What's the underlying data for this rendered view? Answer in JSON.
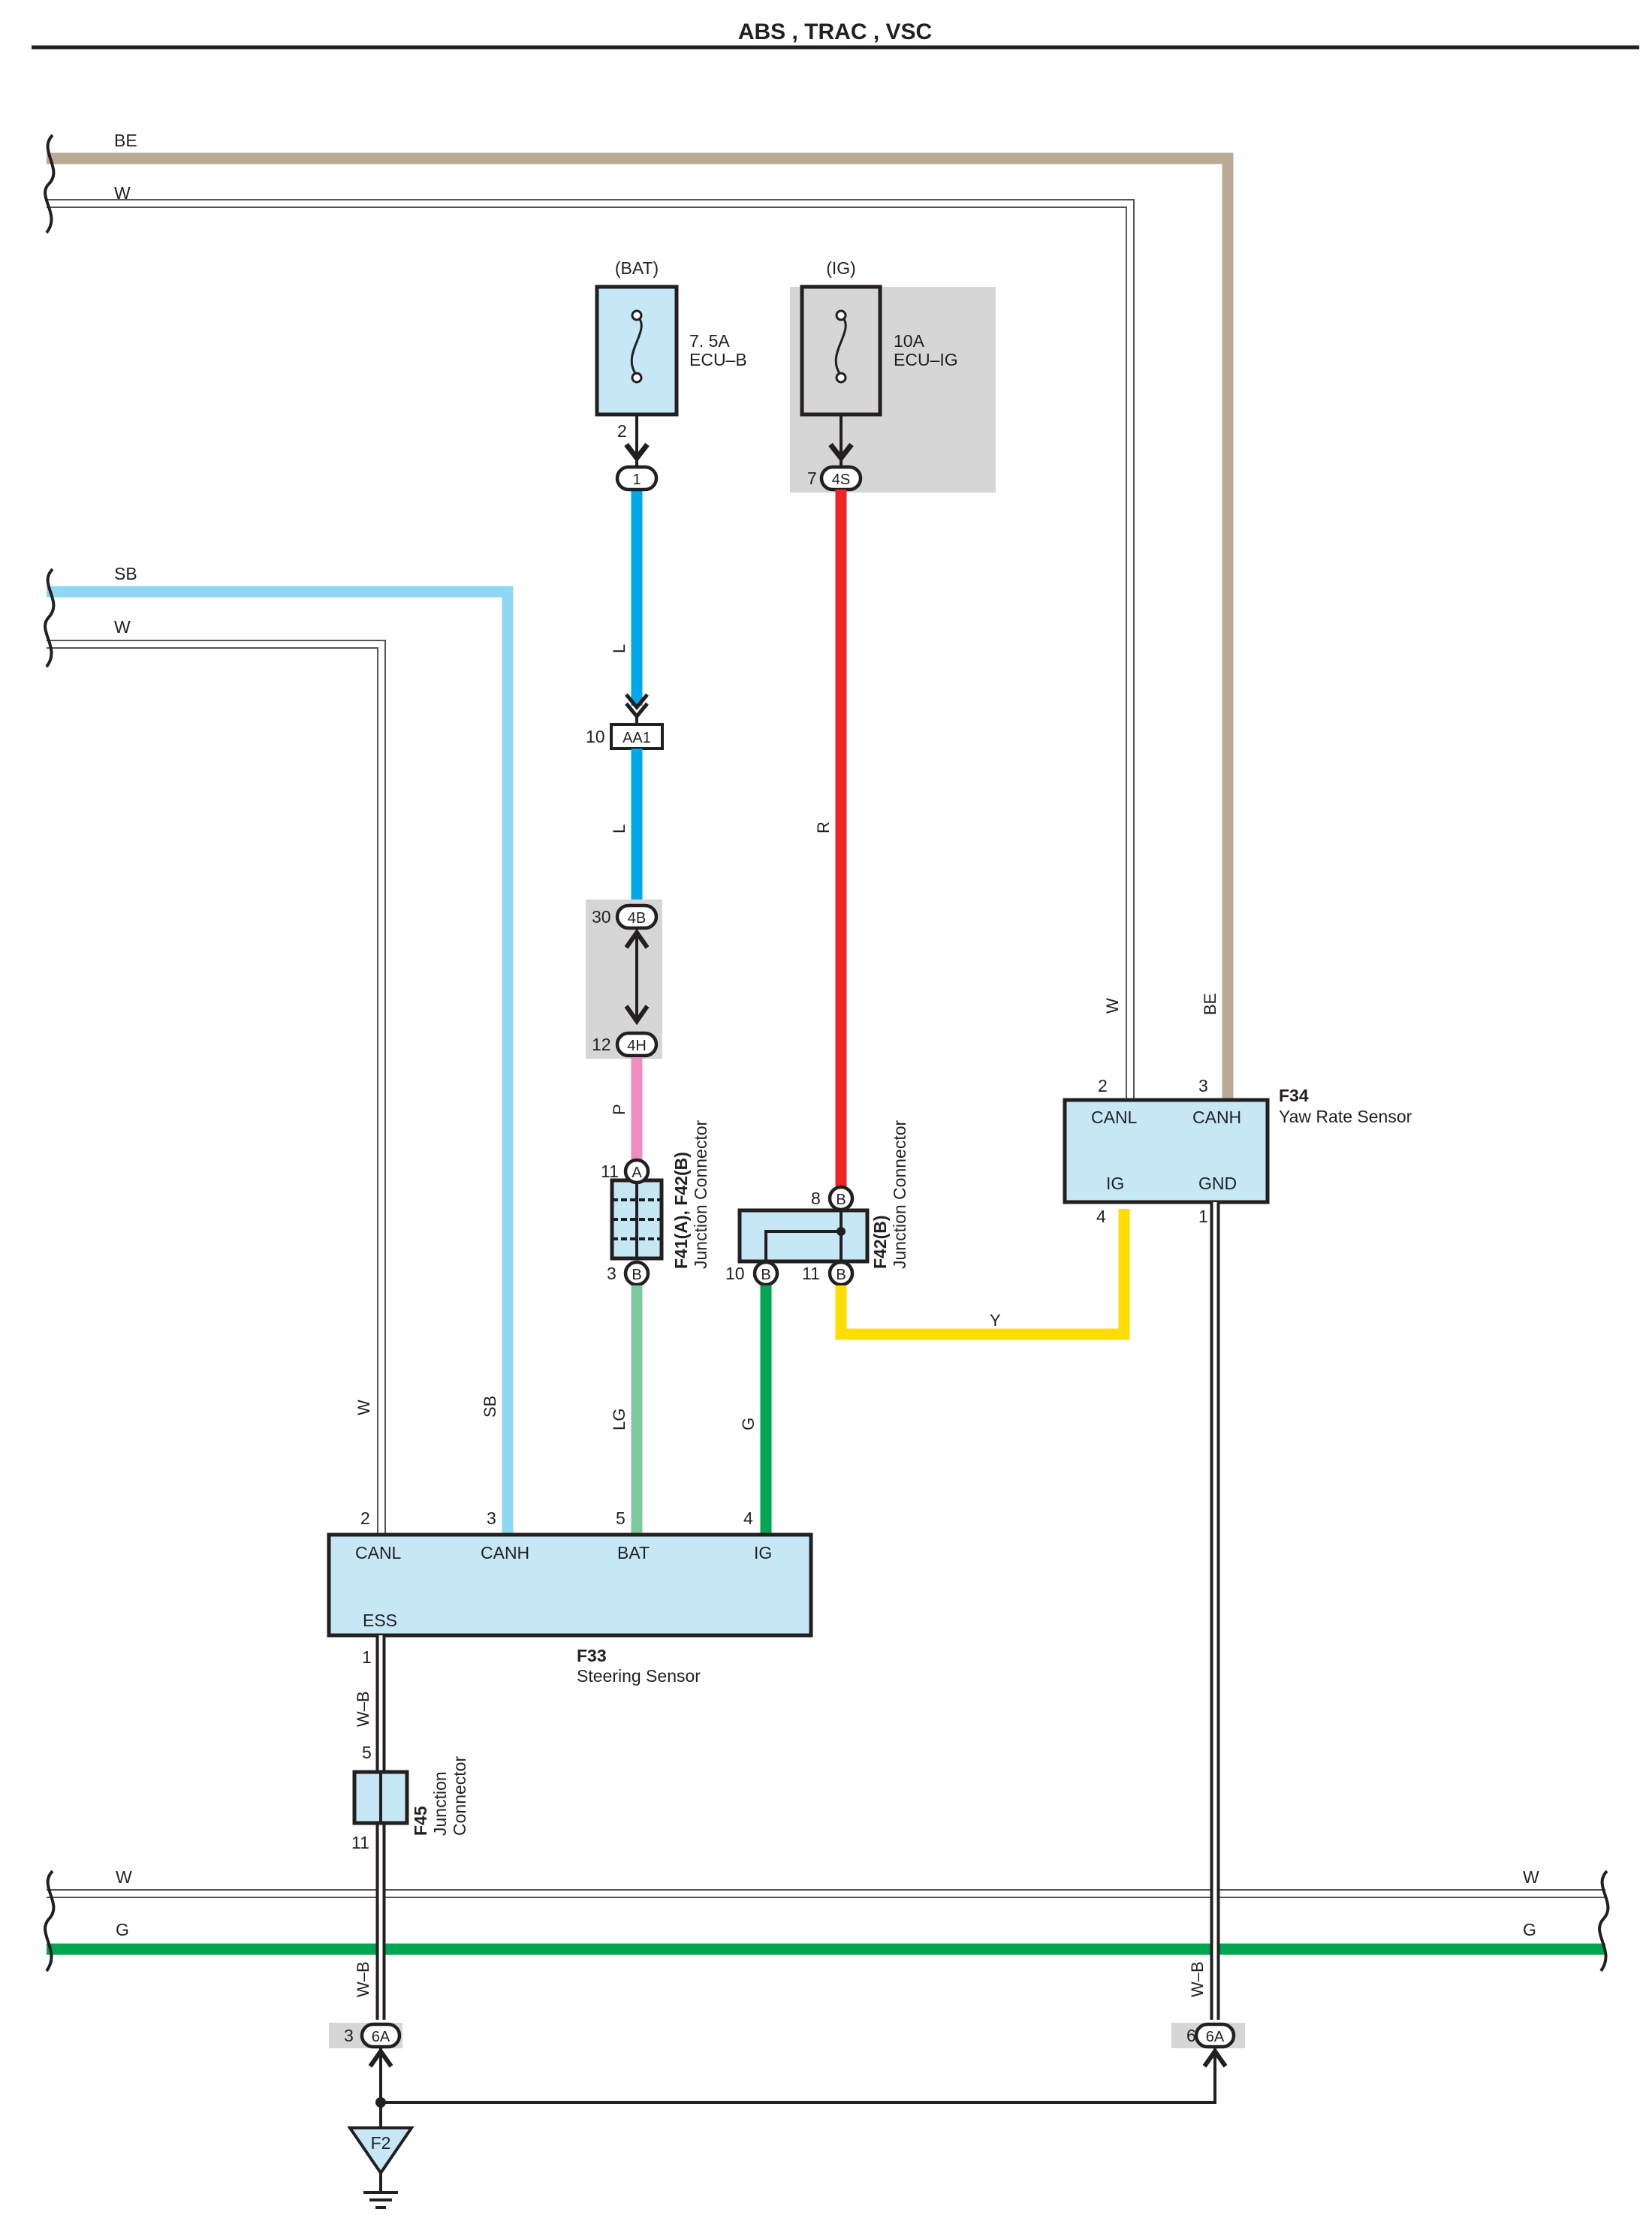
{
  "title": "ABS , TRAC , VSC",
  "colors": {
    "BE": "#bba895",
    "W": "#ffffff",
    "SB": "#8fd8f3",
    "L": "#00a8e9",
    "R": "#ee2326",
    "P": "#f08cbf",
    "LG": "#7fc89a",
    "G": "#00a651",
    "Y": "#ffdd00",
    "W-B": "#ffffff",
    "box": "#c5e7f6",
    "shade": "#d6d6d6"
  },
  "wires": {
    "be_top": "BE",
    "w_top": "W",
    "sb_mid": "SB",
    "w_mid": "W",
    "w_bottom_left": "W",
    "g_bottom_left": "G",
    "w_bottom_right": "W",
    "g_bottom_right": "G",
    "l1": "L",
    "l2": "L",
    "r": "R",
    "p": "P",
    "lg": "LG",
    "g": "G",
    "y": "Y",
    "w_canl": "W",
    "sb_canh": "SB",
    "w_yaw": "W",
    "be_yaw": "BE",
    "wb1": "W–B",
    "wb2": "W–B",
    "wb3": "W–B"
  },
  "fuses": {
    "bat": {
      "source": "(BAT)",
      "rating": "7. 5A",
      "name": "ECU–B",
      "pin": "2"
    },
    "ig": {
      "source": "(IG)",
      "rating": "10A",
      "name": "ECU–IG",
      "pin": "7"
    }
  },
  "connectors": {
    "c1": {
      "id": "1"
    },
    "c4s": {
      "id": "4S"
    },
    "aa1": {
      "id": "AA1",
      "pin": "10"
    },
    "c4b": {
      "id": "4B",
      "pin": "30"
    },
    "c4h": {
      "id": "4H",
      "pin": "12"
    },
    "ja": {
      "id": "A",
      "pin": "11"
    },
    "jb": {
      "id": "B",
      "pin": "3"
    },
    "j8": {
      "id": "B",
      "pin": "8"
    },
    "j10": {
      "id": "B",
      "pin": "10"
    },
    "j11": {
      "id": "B",
      "pin": "11"
    },
    "g6a_l": {
      "id": "6A",
      "pin": "3"
    },
    "g6a_r": {
      "id": "6A",
      "pin": "6"
    }
  },
  "junctions": {
    "f41": {
      "code": "F41(A), F42(B)",
      "desc": "Junction Connector"
    },
    "f42": {
      "code": "F42(B)",
      "desc": "Junction Connector"
    },
    "f45": {
      "code": "F45",
      "desc1": "Junction",
      "desc2": "Connector",
      "pin_top": "5",
      "pin_bottom": "11"
    }
  },
  "yaw": {
    "code": "F34",
    "name": "Yaw Rate Sensor",
    "canl": "CANL",
    "canh": "CANH",
    "ig": "IG",
    "gnd": "GND",
    "pin_canl": "2",
    "pin_canh": "3",
    "pin_ig": "4",
    "pin_gnd": "1"
  },
  "steer": {
    "code": "F33",
    "name": "Steering Sensor",
    "canl": "CANL",
    "canh": "CANH",
    "bat": "BAT",
    "ig": "IG",
    "ess": "ESS",
    "pin_canl": "2",
    "pin_canh": "3",
    "pin_bat": "5",
    "pin_ig": "4",
    "pin_ess": "1"
  },
  "ground": {
    "id": "F2"
  }
}
